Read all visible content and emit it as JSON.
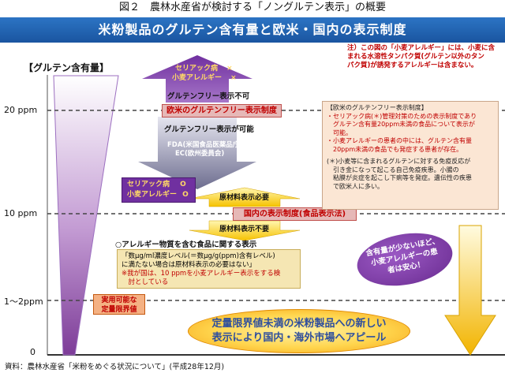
{
  "figure_title": "図２　農林水産省が検討する「ノングルテン表示」の概要",
  "header_title": "米粉製品のグルテン含有量と欧米・国内の表示制度",
  "note_top": [
    "注）この図の「小麦アレルギー」には、小麦に含",
    "まれる水溶性タンパク質(グルテン以外のタン",
    "パク質)が誘発するアレルギーは含まない。"
  ],
  "axis": {
    "title": "【グルテン含有量】",
    "labels": [
      "20 ppm",
      "10 ppm",
      "1〜2ppm",
      "0"
    ]
  },
  "top_status": {
    "celiac": "セリアック病",
    "wheat": "小麦アレルギー",
    "mark": "×"
  },
  "gf_not_allowed": "グルテンフリー表示不可",
  "western_system": "欧米のグルテンフリー表示制度",
  "gf_allowed": "グルテンフリー表示が可能",
  "agencies": [
    "FDA(米国食品医薬品庁)",
    "EC(欧州委員会)"
  ],
  "mid_status": {
    "celiac": "セリアック病",
    "wheat": "小麦アレルギー",
    "mark": "O"
  },
  "ingredients_required": "原材料表示必要",
  "domestic_system": "国内の表示制度(食品表示法)",
  "ingredients_not_required": "原材料表示不要",
  "info_box": {
    "title": "【欧米のグルテンフリー表示制度】",
    "bullet1": [
      "・セリアック病(＊)管理対策のための表示制度であり",
      "　グルテン含有量20ppm未満の食品について表示が",
      "　可能。"
    ],
    "bullet2": [
      "・小麦アレルギーの患者の中には、グルテン含有量",
      "　20ppm未満の食品でも発症する患者が存在。"
    ],
    "footnote": [
      "(＊)小麦等に含まれるグルテンに対する免疫反応が",
      "　引き金になって起こる自己免疫疾患。小腸の",
      "　粘膜が炎症を起こし下痢等を発症。遺伝性の疾患",
      "　で欧米人に多い。"
    ]
  },
  "caption_heading": "○アレルギー物質を含む食品に関する表示",
  "caption_box": {
    "line1": "「数μg/ml濃度レベル(＝数μg/g(ppm)含有レベル)",
    "line2": "に満たない場合は原材料表示の必要はない」",
    "red_line1": "※我が国は、10 ppmを小麦アレルギー表示をする検",
    "red_line2": "　討としている"
  },
  "practical_limit": [
    "実用可能な",
    "定量限界値"
  ],
  "bottom_oval": [
    "定量限界値未満の米粉製品への新しい",
    "表示により国内・海外市場へアピール"
  ],
  "purple_oval": [
    "含有量が少ないほど、",
    "小麦アレルギーの患",
    "者は安心！"
  ],
  "source": "資料：農林水産省「米粉をめぐる状況について」(平成28年12月)"
}
